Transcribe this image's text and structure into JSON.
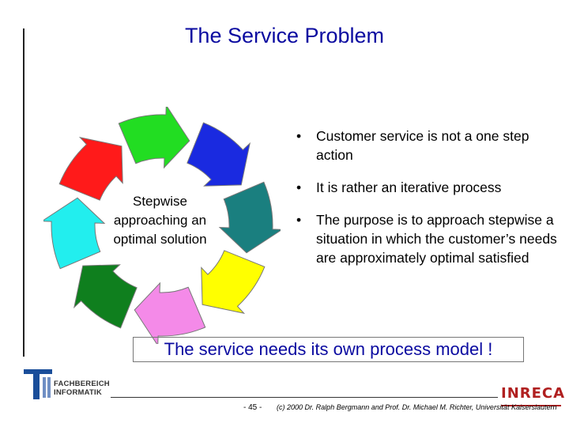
{
  "slide": {
    "title": "The Service Problem",
    "cycle_label": "Stepwise approaching an optimal solution",
    "bullets": [
      "Customer service is not a one step action",
      "It is rather an iterative process",
      "The purpose is to approach stepwise a situation in which the customer’s needs are approximately optimal satisfied"
    ],
    "bullet_symbol": "•",
    "emphasis": "The service needs its  own process model  !",
    "cycle_colors": [
      "#ff1a1a",
      "#22dd22",
      "#1a2ae0",
      "#1a7f7f",
      "#ffff00",
      "#f48ae8",
      "#0f7f1e",
      "#22eeee"
    ]
  },
  "footer": {
    "left_logo_text": [
      "FACHBEREICH",
      "INFORMATIK"
    ],
    "right_logo_text": "INRECA",
    "page_number": "- 45 -",
    "copyright": "(c) 2000 Dr. Ralph Bergmann and Prof. Dr. Michael M. Richter, Universität Kaiserslautern"
  }
}
